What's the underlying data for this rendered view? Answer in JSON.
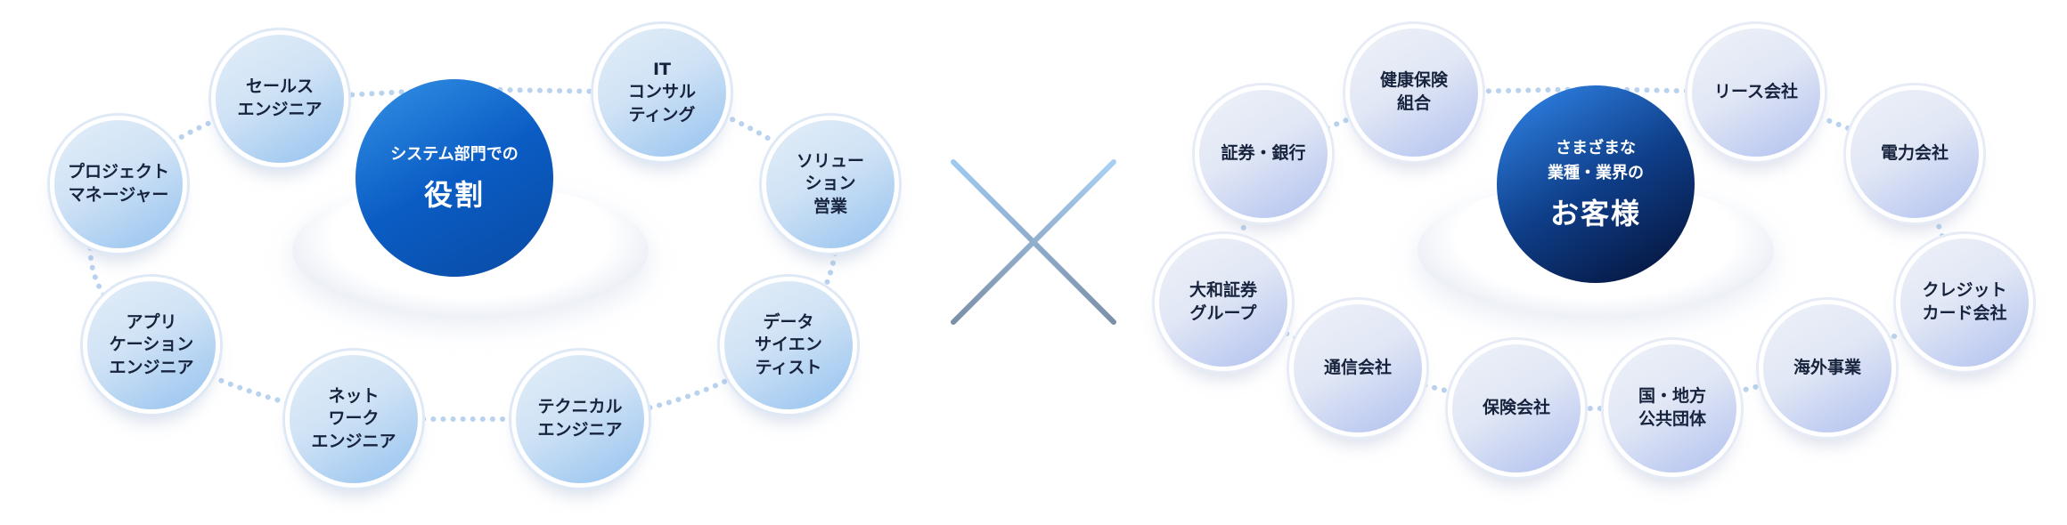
{
  "left": {
    "center": {
      "subtitle": "システム部門での",
      "title": "役割"
    },
    "roles": [
      "セールス\nエンジニア",
      "IT\nコンサル\nティング",
      "プロジェクト\nマネージャー",
      "ソリュー\nション\n営業",
      "アプリ\nケーション\nエンジニア",
      "データ\nサイエン\nティスト",
      "ネット\nワーク\nエンジニア",
      "テクニカル\nエンジニア"
    ]
  },
  "cross_icon": "multiply-icon",
  "right": {
    "center": {
      "subtitle": "さまざまな\n業種・業界の",
      "title": "お客様"
    },
    "customers": [
      "健康保険\n組合",
      "証券・銀行",
      "リース会社",
      "電力会社",
      "大和証券\nグループ",
      "クレジット\nカード会社",
      "通信会社",
      "海外事業",
      "保険会社",
      "国・地方\n公共団体"
    ]
  },
  "colors": {
    "text": "#17233d",
    "left_center": "#0a5cc4",
    "right_center": "#0f3f8a",
    "connector": "#b9d3ee"
  }
}
